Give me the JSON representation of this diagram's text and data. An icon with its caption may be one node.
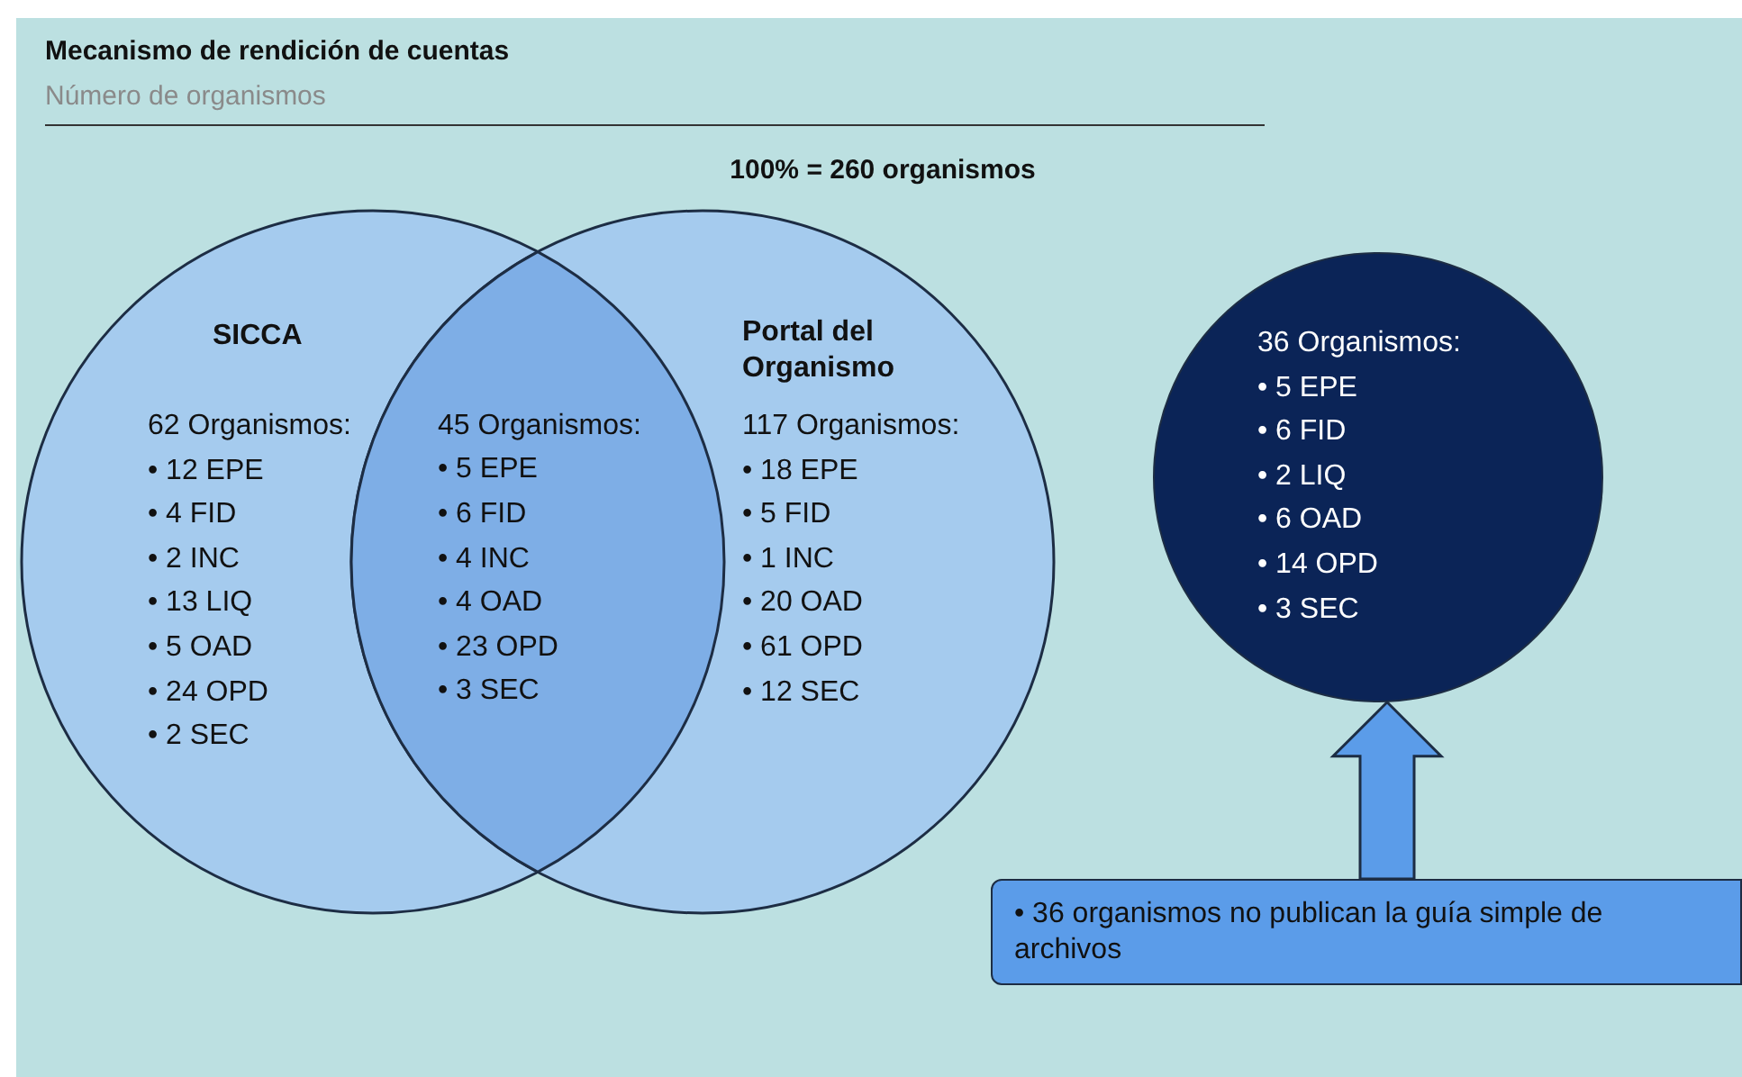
{
  "diagram": {
    "title": "Mecanismo de rendición de cuentas",
    "nodes": [
      {
        "text": [
          "SICCA",
          "62 Organismos:",
          "• 12 EPE",
          "• 4 FID",
          "• 2 INC",
          "• 13 LIQ",
          "• 5 OAD",
          "• 24 OPD",
          "• 2 SEC"
        ]
      },
      {
        "text": [
          "45 Organismos:",
          "• 5 EPE",
          "• 6 FID",
          "• 4 INC",
          "• 4 OAD",
          "• 23 OPD",
          "• 3 SEC"
        ]
      },
      {
        "text": [
          "Portal del Organismo",
          "117 Organismos:",
          "• 18 EPE",
          "• 5 FID",
          "• 1 INC",
          "• 20 OAD",
          "• 61 OPD",
          "• 12 SEC"
        ]
      },
      {
        "text": [
          "36 Organismos:",
          "• 5 EPE",
          "• 6 FID",
          "• 2 LIQ",
          "• 6 OAD",
          "• 14 OPD",
          "• 3 SEC"
        ]
      },
      {
        "text": [
          "• 36 organismos no publican la guía simple de archivos"
        ]
      }
    ],
    "edges": [
      {
        "from": 4,
        "to": 3,
        "arrow": "to"
      }
    ],
    "labels": [
      "Número de organismos",
      "100% = 260 organismos"
    ]
  }
}
